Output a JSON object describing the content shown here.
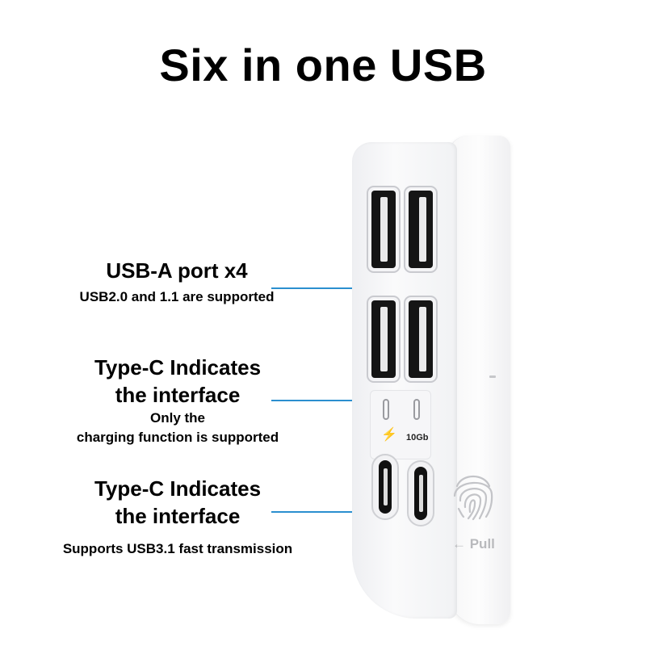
{
  "title": "Six in one USB",
  "callouts": [
    {
      "heading": "USB-A port x4",
      "detail": "USB2.0 and 1.1 are supported"
    },
    {
      "heading_line1": "Type-C Indicates",
      "heading_line2": "the interface",
      "detail_line1": "Only the",
      "detail_line2": "charging function is supported"
    },
    {
      "heading_line1": "Type-C Indicates",
      "heading_line2": "the interface",
      "detail": "Supports USB3.1 fast transmission"
    }
  ],
  "device": {
    "port_labels": {
      "charging_icon": "⚡",
      "speed": "10Gb"
    },
    "pull_label": "← Pull",
    "accent_color": "#1a86d3"
  }
}
